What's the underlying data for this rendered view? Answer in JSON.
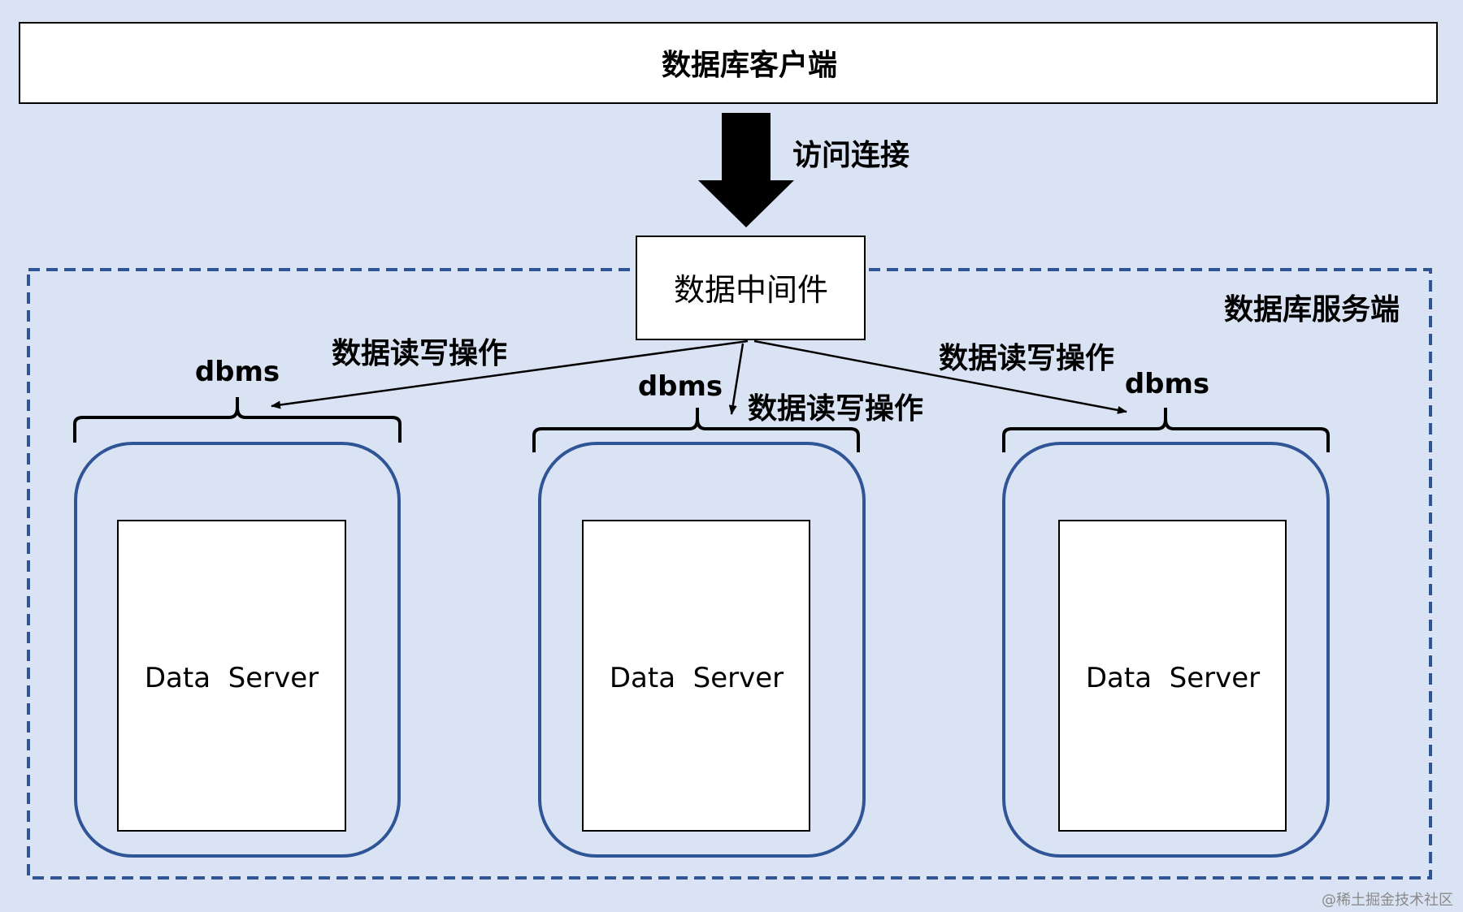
{
  "client": {
    "label": "数据库客户端"
  },
  "connection": {
    "label": "访问连接"
  },
  "middleware": {
    "label": "数据中间件"
  },
  "server_side": {
    "label": "数据库服务端"
  },
  "operations": [
    {
      "label": "数据读写操作"
    },
    {
      "label": "数据读写操作"
    },
    {
      "label": "数据读写操作"
    }
  ],
  "nodes": [
    {
      "dbms_label": "dbms",
      "server_label": "Data  Server"
    },
    {
      "dbms_label": "dbms",
      "server_label": "Data  Server"
    },
    {
      "dbms_label": "dbms",
      "server_label": "Data  Server"
    }
  ],
  "watermark": {
    "label": "@稀土掘金技术社区"
  },
  "colors": {
    "background": "#dae3f3",
    "node_border": "#2f5597",
    "dashed_border": "#2f5597",
    "box_fill": "#ffffff",
    "arrow": "#000000"
  }
}
